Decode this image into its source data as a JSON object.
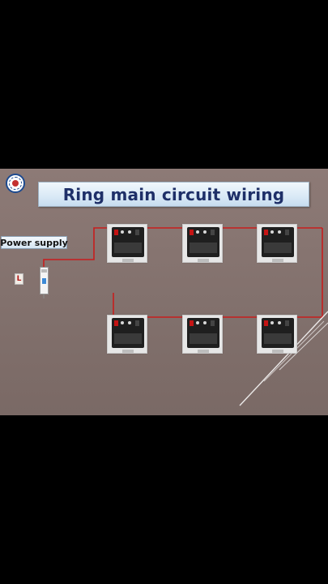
{
  "title": "Ring main circuit wiring",
  "power_supply_label": "Power  supply",
  "line_label": "L",
  "colors": {
    "wire": "#c71d1d",
    "title_text": "#1e2f68",
    "background": "#857470"
  },
  "sockets": [
    {
      "row": "top",
      "position": "left"
    },
    {
      "row": "top",
      "position": "middle"
    },
    {
      "row": "top",
      "position": "right"
    },
    {
      "row": "bottom",
      "position": "left"
    },
    {
      "row": "bottom",
      "position": "middle"
    },
    {
      "row": "bottom",
      "position": "right"
    }
  ],
  "icons": {
    "logo": "channel-logo-icon",
    "breaker": "circuit-breaker-icon",
    "socket": "socket-outlet-icon"
  }
}
